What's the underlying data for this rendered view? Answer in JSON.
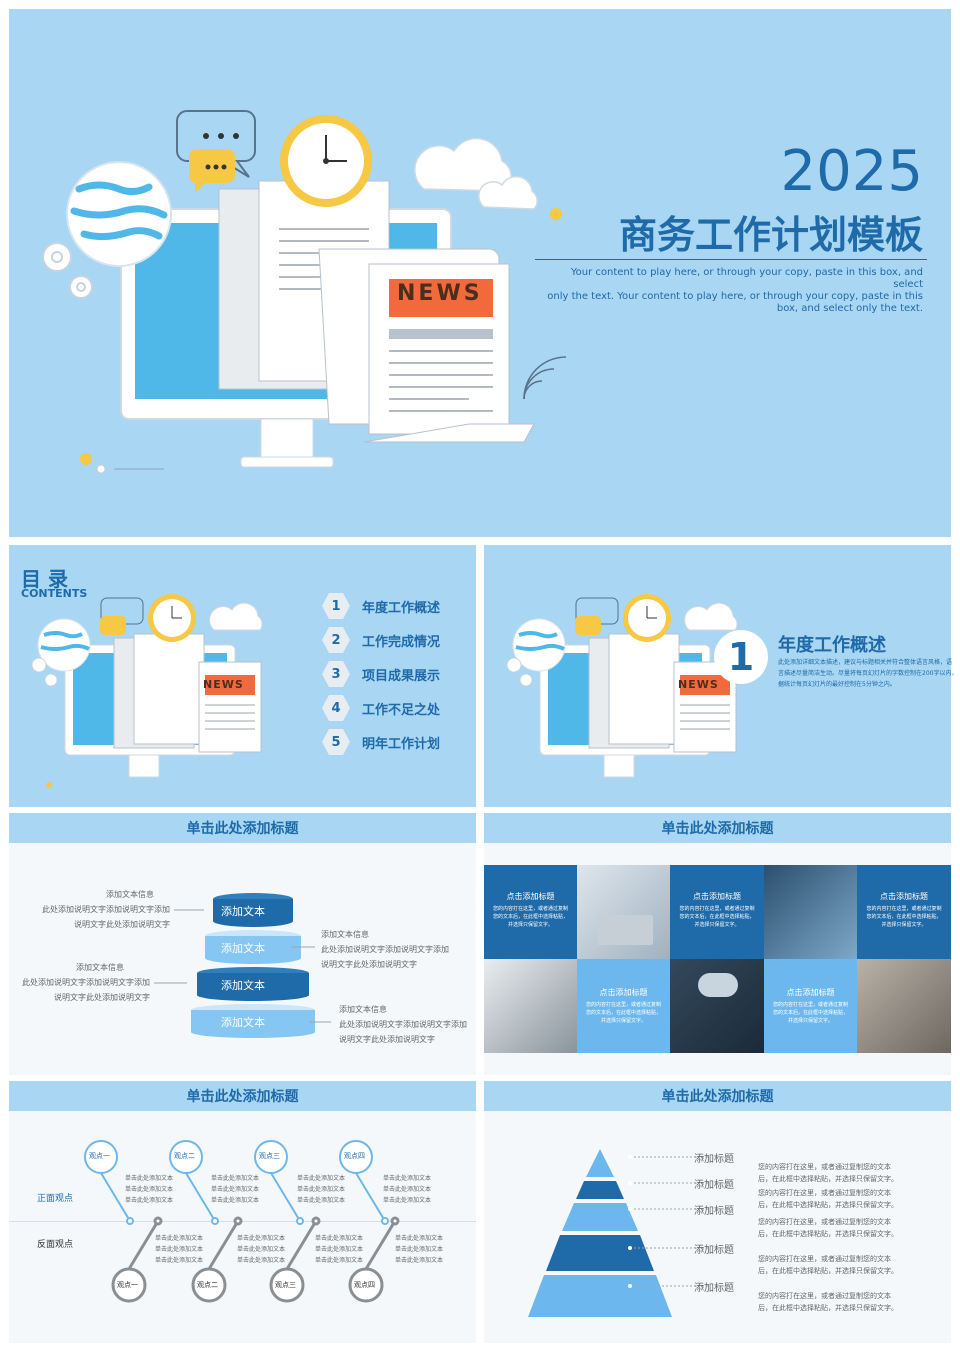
{
  "cover": {
    "year": "2025",
    "title": "商务工作计划模板",
    "desc": [
      "Your content to play here, or through your copy, paste in this box, and select",
      "only the text. Your content to play here, or through your copy, paste in this",
      "box, and select only the text."
    ],
    "news": "NEWS"
  },
  "toc": {
    "title": "目 录",
    "subtitle": "CONTENTS",
    "items": [
      {
        "num": "1",
        "label": "年度工作概述"
      },
      {
        "num": "2",
        "label": "工作完成情况"
      },
      {
        "num": "3",
        "label": "项目成果展示"
      },
      {
        "num": "4",
        "label": "工作不足之处"
      },
      {
        "num": "5",
        "label": "明年工作计划"
      }
    ],
    "news": "NEWS"
  },
  "section": {
    "num": "1",
    "title": "年度工作概述",
    "desc": [
      "此处添加详细文本描述，建议与标题相关并符合整体语言风格，语",
      "言描述尽量简洁生动。尽量将每页幻灯片的字数控制在200字以内，",
      "据统计每页幻灯片的最好控制在5分钟之内。"
    ],
    "news": "NEWS"
  },
  "layers": {
    "header": "单击此处添加标题",
    "bars": [
      "添加文本",
      "添加文本",
      "添加文本",
      "添加文本"
    ],
    "notes": [
      {
        "title": "添加文本信息",
        "l1": "此处添加说明文字添加说明文字添加",
        "l2": "说明文字此处添加说明文字"
      },
      {
        "title": "添加文本信息",
        "l1": "此处添加说明文字添加说明文字添加",
        "l2": "说明文字此处添加说明文字"
      },
      {
        "title": "添加文本信息",
        "l1": "此处添加说明文字添加说明文字添加",
        "l2": "说明文字此处添加说明文字"
      },
      {
        "title": "添加文本信息",
        "l1": "此处添加说明文字添加说明文字添加",
        "l2": "说明文字此处添加说明文字"
      }
    ]
  },
  "grid": {
    "header": "单击此处添加标题",
    "cells": [
      {
        "title": "点击添加标题",
        "l1": "您的内容打在这里，或者通过复制",
        "l2": "您的文本后，在此框中选择粘贴，",
        "l3": "并选择只保留文字。"
      },
      {
        "title": "点击添加标题",
        "l1": "您的内容打在这里，或者通过复制",
        "l2": "您的文本后，在此框中选择粘贴，",
        "l3": "并选择只保留文字。"
      },
      {
        "title": "点击添加标题",
        "l1": "您的内容打在这里，或者通过复制",
        "l2": "您的文本后，在此框中选择粘贴，",
        "l3": "并选择只保留文字。"
      },
      {
        "title": "点击添加标题",
        "l1": "您的内容打在这里，或者通过复制",
        "l2": "您的文本后，在此框中选择粘贴，",
        "l3": "并选择只保留文字。"
      },
      {
        "title": "点击添加标题",
        "l1": "您的内容打在这里，或者通过复制",
        "l2": "您的文本后，在此框中选择粘贴，",
        "l3": "并选择只保留文字。"
      }
    ]
  },
  "timeline": {
    "header": "单击此处添加标题",
    "pos_label": "正面观点",
    "neg_label": "反面观点",
    "top_pins": [
      "观点一",
      "观点二",
      "观点三",
      "观点四"
    ],
    "bottom_pins": [
      "观点一",
      "观点二",
      "观点三",
      "观点四"
    ],
    "note": "单击此处添加文本"
  },
  "pyramid": {
    "header": "单击此处添加标题",
    "levels": [
      {
        "label": "添加标题",
        "l1": "您的内容打在这里，或者通过复制您的文本",
        "l2": "后，在此框中选择粘贴，并选择只保留文字。"
      },
      {
        "label": "添加标题",
        "l1": "您的内容打在这里，或者通过复制您的文本",
        "l2": "后，在此框中选择粘贴，并选择只保留文字。"
      },
      {
        "label": "添加标题",
        "l1": "您的内容打在这里，或者通过复制您的文本",
        "l2": "后，在此框中选择粘贴，并选择只保留文字。"
      },
      {
        "label": "添加标题",
        "l1": "您的内容打在这里，或者通过复制您的文本",
        "l2": "后，在此框中选择粘贴，并选择只保留文字。"
      },
      {
        "label": "添加标题",
        "l1": "您的内容打在这里，或者通过复制您的文本",
        "l2": "后，在此框中选择粘贴，并选择只保留文字。"
      }
    ]
  },
  "colors": {
    "primary": "#1f6aa8",
    "sky": "#a8d6f3",
    "accent": "#f26a3c",
    "yellow": "#f7c843"
  }
}
